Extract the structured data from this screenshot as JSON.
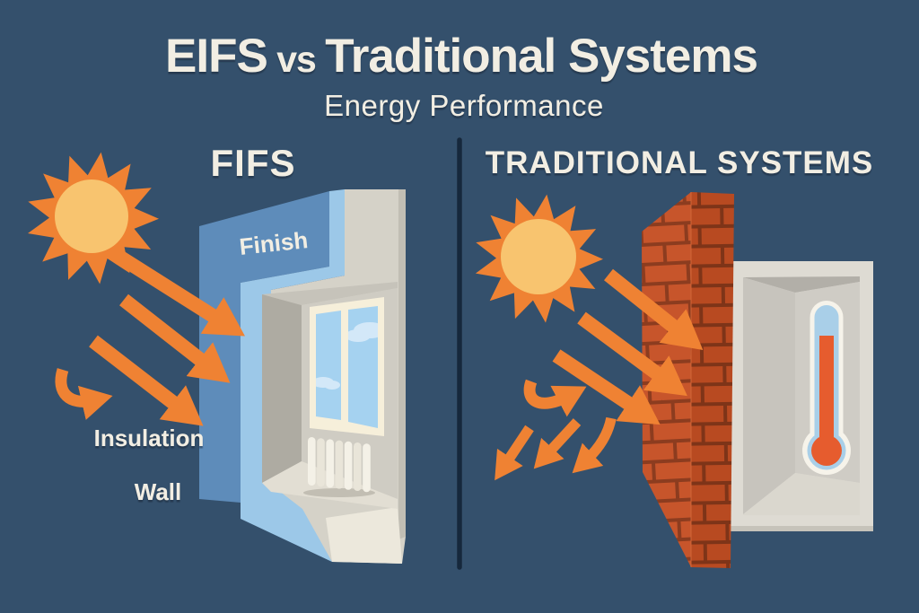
{
  "title": {
    "part1": "EIFS",
    "part2": "vs",
    "part3": "Traditional Systems",
    "subtitle": "Energy Performance"
  },
  "left_panel": {
    "heading": "FIFS",
    "finish_label": "Finish",
    "insulation_label": "Insulation",
    "wall_label": "Wall"
  },
  "right_panel": {
    "heading": "TRADITIONAL SYSTEMS"
  },
  "colors": {
    "background": "#34506C",
    "divider": "#16283C",
    "text_cream": "#F2EEE3",
    "accent_orange": "#EF8233",
    "sun_core": "#F8C46F",
    "finish_blue": "#5E8CBA",
    "insulation_blue": "#9CC8E8",
    "wall_beige": "#D5D2C8",
    "brick_red": "#C7552B",
    "mortar_brown": "#8C3C1F",
    "sky_blue": "#A5D2F0",
    "cloud_blue": "#D3E8F8",
    "mercury_red": "#E65C2E"
  }
}
